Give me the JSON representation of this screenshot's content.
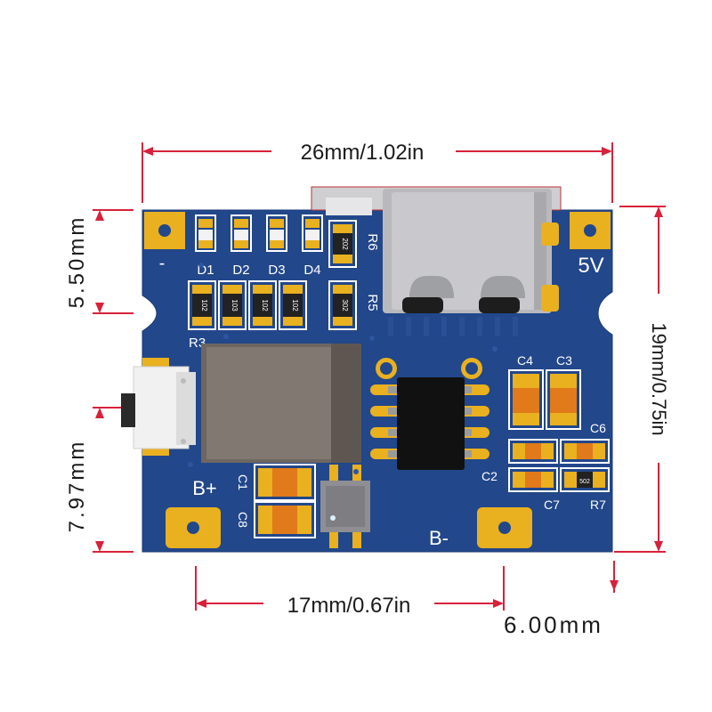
{
  "dimensions": {
    "width_total": "26mm/1.02in",
    "height_total": "19mm/0.75in",
    "pad_spacing": "17mm/0.67in",
    "offset_top_left": "5.50mm",
    "offset_bottom_left": "7.97mm",
    "offset_bottom_right": "6.00mm"
  },
  "board_labels": {
    "minus": "-",
    "five_volt": "5V",
    "b_plus": "B+",
    "b_minus": "B-"
  },
  "components": {
    "diodes": [
      "D1",
      "D2",
      "D3",
      "D4"
    ],
    "r6": "R6",
    "r5": "R5",
    "r_partial": "R3",
    "c1": "C1",
    "c8": "C8",
    "c4": "C4",
    "c3": "C3",
    "c6": "C6",
    "c2": "C2",
    "c7": "C7",
    "r7": "R7",
    "resistor_codes": [
      "102",
      "103",
      "102",
      "102"
    ],
    "r6_code": "202",
    "r5_code": "302",
    "r7_code": "502"
  },
  "colors": {
    "dimension_line": "#d8213a",
    "pcb_blue": "#22478a",
    "pad_gold": "#e9b01f",
    "silkscreen": "#ffffff"
  }
}
